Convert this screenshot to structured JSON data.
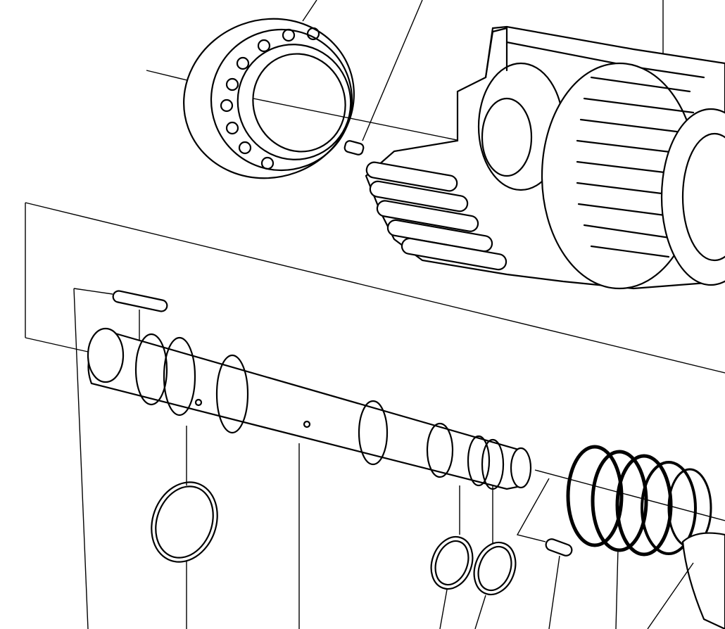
{
  "diagram": {
    "type": "exploded-parts-drawing",
    "colors": {
      "line": "#000000",
      "background": "#ffffff"
    },
    "parts": [
      "bearing",
      "dowel-pin",
      "gear-hub",
      "key",
      "shaft",
      "snap-ring",
      "seal-rings",
      "pin",
      "coil-spring",
      "thrust-washer"
    ]
  }
}
